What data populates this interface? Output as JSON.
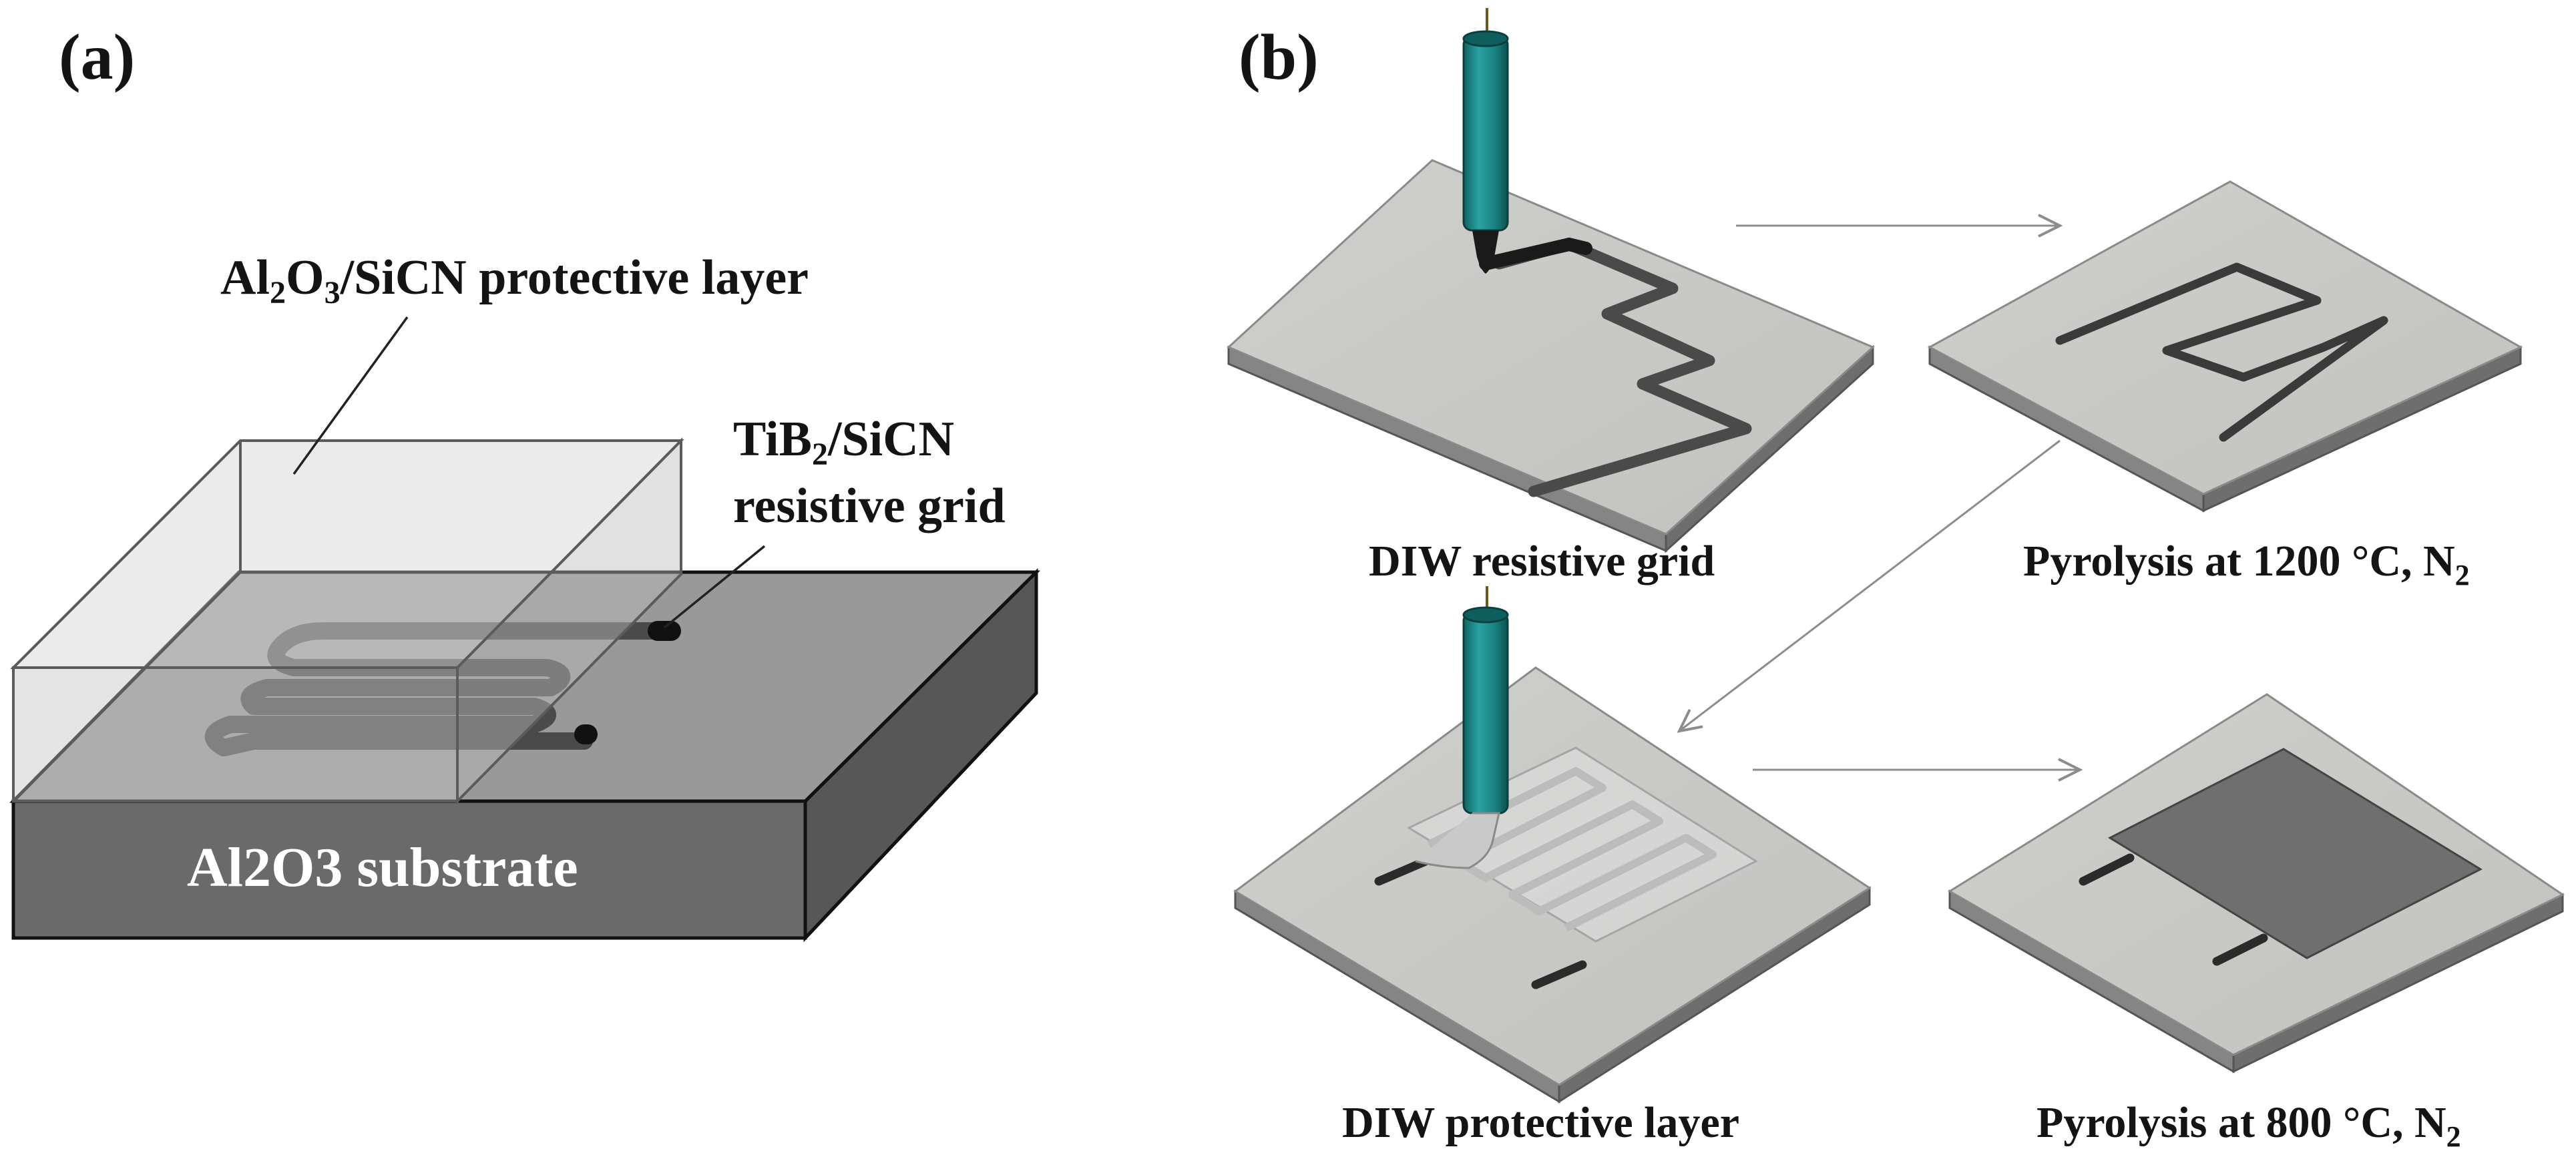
{
  "panels": {
    "a": {
      "label": "(a)",
      "protective_layer_label": {
        "formula_parts": [
          "Al",
          "2",
          "O",
          "3",
          "/SiCN"
        ],
        "suffix": " protective layer"
      },
      "resistive_grid_label": {
        "line1_parts": [
          "TiB",
          "2",
          "/SiCN"
        ],
        "line2": "resistive  grid"
      },
      "substrate_label": "Al2O3 substrate"
    },
    "b": {
      "label": "(b)",
      "steps": [
        {
          "caption": "DIW resistive grid"
        },
        {
          "caption_main": "Pyrolysis at 1200 °C, N",
          "caption_sub": "2"
        },
        {
          "caption": "DIW protective layer"
        },
        {
          "caption_main": "Pyrolysis at 800 °C, N",
          "caption_sub": "2"
        }
      ]
    }
  },
  "colors": {
    "plate_top": "#c9c9c6",
    "plate_side": "#6e6e6e",
    "substrate_top": "#999999",
    "substrate_front": "#6a6a6a",
    "substrate_side": "#575757",
    "trace": "#4a4a4a",
    "nozzle_teal": "#1e8c8c",
    "arrow": "#8c8c8c"
  }
}
